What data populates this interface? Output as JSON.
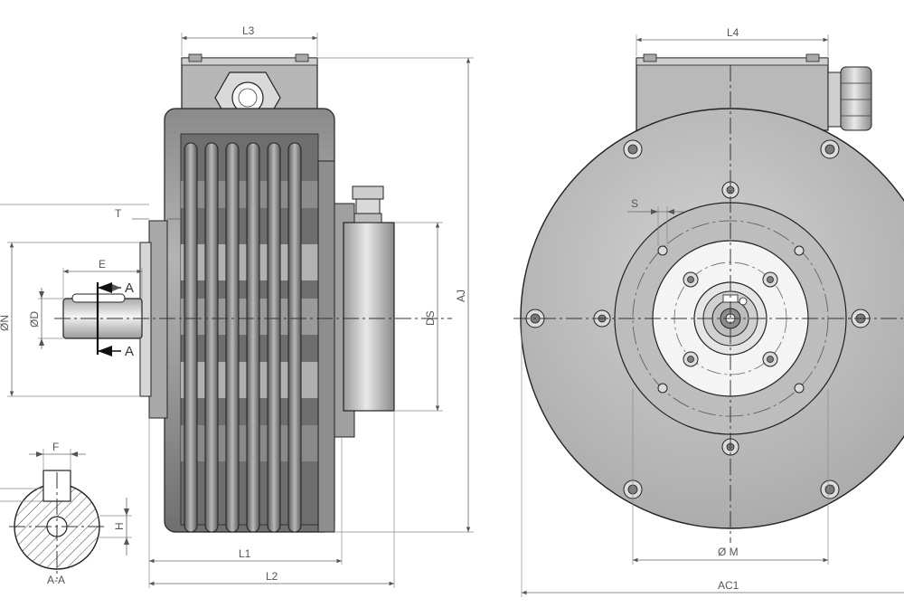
{
  "dimensions": {
    "L3": "L3",
    "L4": "L4",
    "T": "T",
    "E": "E",
    "N": "ØN",
    "D": "ØD",
    "DS": "DS",
    "AJ": "AJ",
    "L1": "L1",
    "L2": "L2",
    "S": "S",
    "M": "Ø M",
    "AC1": "AC1",
    "F": "F",
    "H": "H"
  },
  "section_marks": {
    "upper": "A",
    "lower": "A",
    "section_label": "A-A"
  },
  "colors": {
    "body": "#9a9a9a",
    "body_dark": "#6e6e6e",
    "face": "#c8c8c8",
    "hub": "#f2f2f2",
    "line": "#222222"
  }
}
